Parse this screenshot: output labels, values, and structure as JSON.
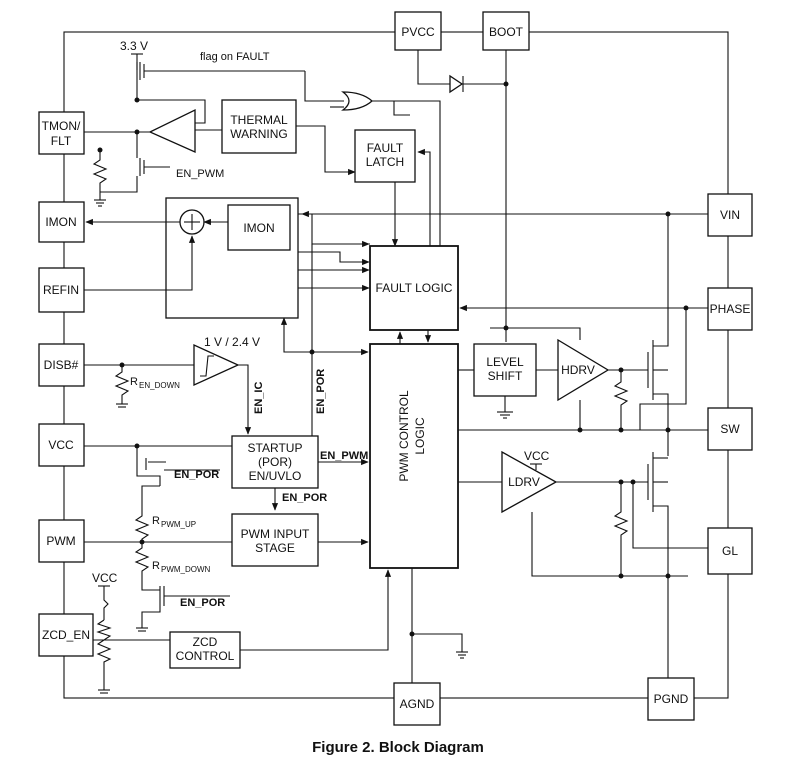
{
  "caption": "Figure 2. Block Diagram",
  "pins": {
    "pvcc": "PVCC",
    "boot": "BOOT",
    "tmon_flt_line1": "TMON/",
    "tmon_flt_line2": "FLT",
    "imon": "IMON",
    "refin": "REFIN",
    "disb": "DISB#",
    "vcc": "VCC",
    "pwm": "PWM",
    "zcd_en": "ZCD_EN",
    "agnd": "AGND",
    "pgnd": "PGND",
    "vin": "VIN",
    "phase": "PHASE",
    "sw": "SW",
    "gl": "GL"
  },
  "blocks": {
    "thermal_warning_line1": "THERMAL",
    "thermal_warning_line2": "WARNING",
    "fault_latch_line1": "FAULT",
    "fault_latch_line2": "LATCH",
    "imon_block": "IMON",
    "fault_logic": "FAULT LOGIC",
    "pwm_control_line1": "PWM CONTROL",
    "pwm_control_line2": "LOGIC",
    "level_shift_line1": "LEVEL",
    "level_shift_line2": "SHIFT",
    "hdrv": "HDRV",
    "ldrv": "LDRV",
    "startup_line1": "STARTUP",
    "startup_line2": "(POR)",
    "startup_line3": "EN/UVLO",
    "pwm_input_line1": "PWM INPUT",
    "pwm_input_line2": "STAGE",
    "zcd_control_line1": "ZCD",
    "zcd_control_line2": "CONTROL"
  },
  "labels": {
    "v33": "3.3 V",
    "flag_on_fault": "flag on FAULT",
    "en_pwm_top": "EN_PWM",
    "en_pwm_startup": "EN_PWM",
    "en_ic": "EN_IC",
    "en_por_vertical": "EN_POR",
    "en_por_vcc": "EN_POR",
    "en_por_startup": "EN_POR",
    "en_por_pwm": "EN_POR",
    "threshold": "1 V / 2.4 V",
    "r_en_down": "R",
    "r_en_down_sub": "EN_DOWN",
    "r_pwm_up": "R",
    "r_pwm_up_sub": "PWM_UP",
    "r_pwm_down": "R",
    "r_pwm_down_sub": "PWM_DOWN",
    "vcc_ldrv": "VCC",
    "vcc_zcd": "VCC"
  }
}
